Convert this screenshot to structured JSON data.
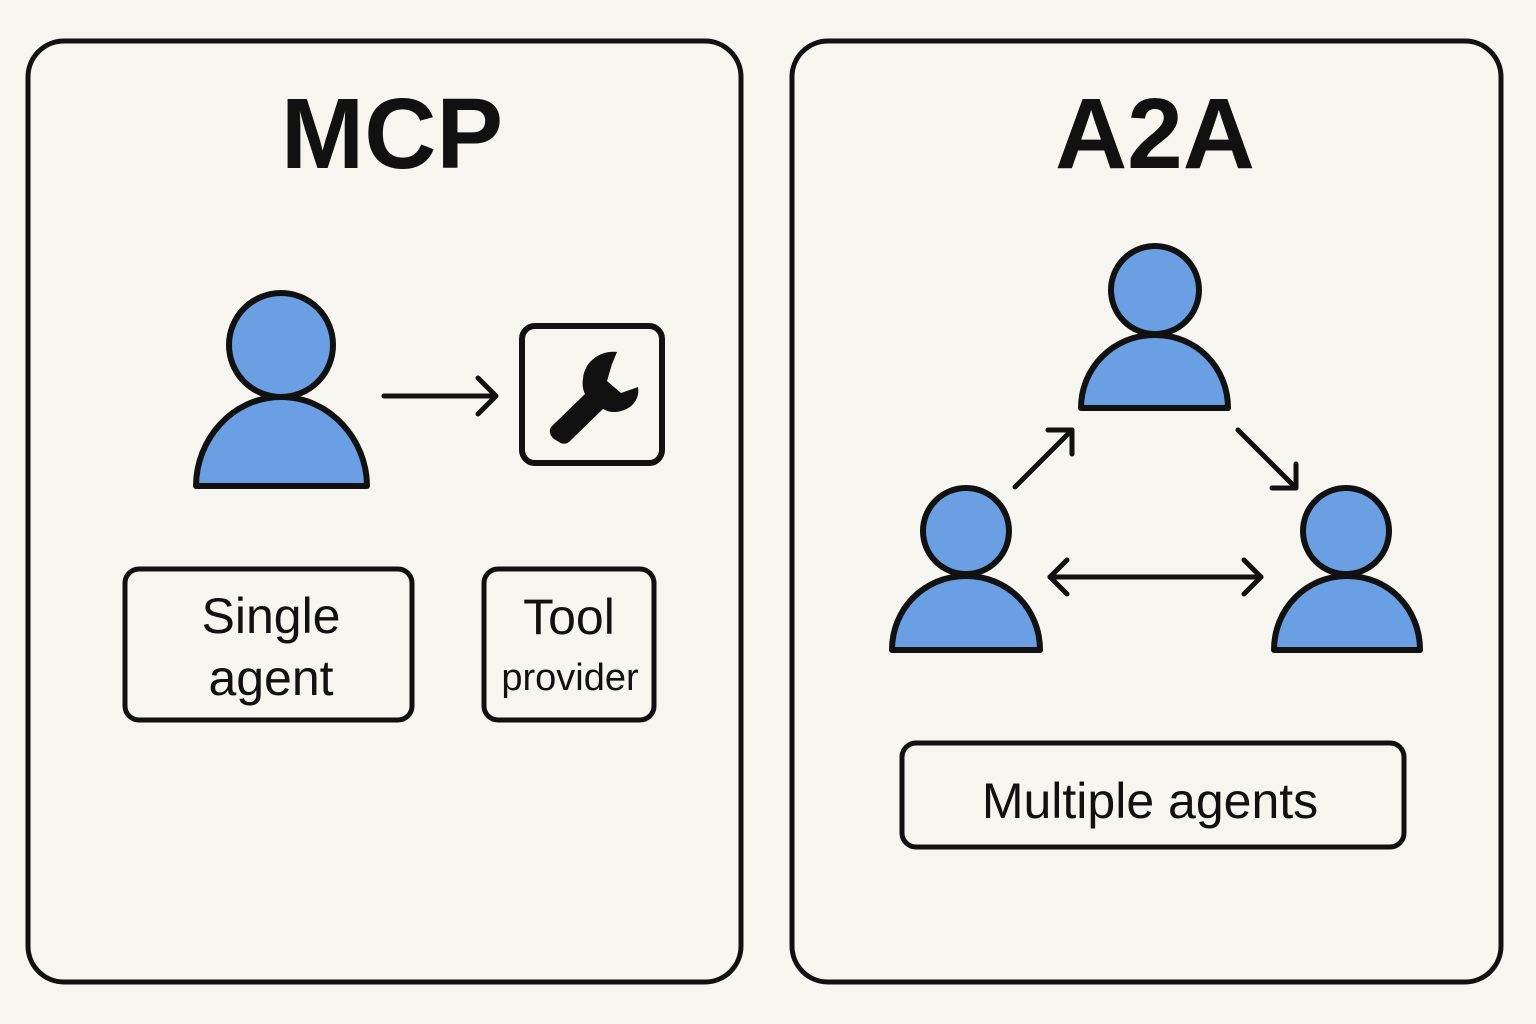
{
  "colors": {
    "background": "#f6f5f0",
    "agent_fill": "#6a9fe3",
    "stroke": "#111111"
  },
  "mcp": {
    "title": "MCP",
    "label_agent": [
      "Single",
      "agent"
    ],
    "label_tool": [
      "Tool",
      "provider"
    ],
    "icons": [
      "person-icon",
      "arrow-right-icon",
      "wrench-icon"
    ]
  },
  "a2a": {
    "title": "A2A",
    "label": "Multiple agents",
    "icons": [
      "person-icon",
      "person-icon",
      "person-icon",
      "arrow-icon",
      "arrow-icon",
      "double-arrow-icon"
    ]
  }
}
